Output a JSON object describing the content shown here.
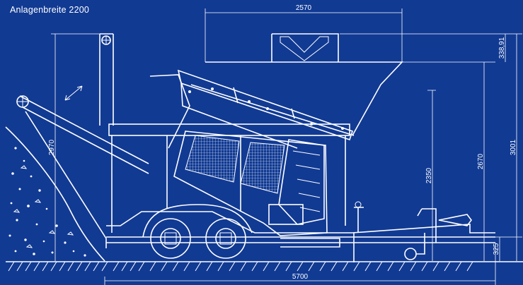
{
  "title": "Anlagenbreite 2200",
  "dimensions": {
    "top_width": "2570",
    "total_length": "5700",
    "hopper_rim": "338,91",
    "total_height": "3001",
    "hopper_height": "2670",
    "feed_height": "2350",
    "conveyor_height": "2970",
    "ground_clearance": "325"
  },
  "colors": {
    "background": "#113a93",
    "lines": "#ffffff"
  }
}
